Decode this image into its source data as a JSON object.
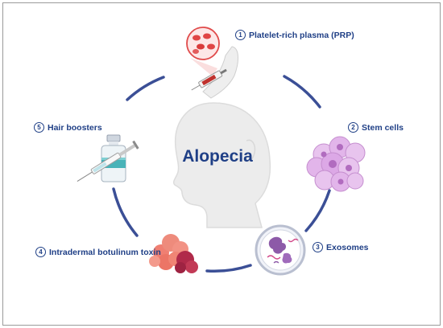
{
  "center": {
    "title": "Alopecia"
  },
  "treatments": [
    {
      "number": "1",
      "label": "Platelet-rich plasma (PRP)",
      "icon": "prp-blood-cells-syringe-icon"
    },
    {
      "number": "2",
      "label": "Stem cells",
      "icon": "stem-cells-cluster-icon"
    },
    {
      "number": "3",
      "label": "Exosomes",
      "icon": "exosomes-dish-icon"
    },
    {
      "number": "4",
      "label": "Intradermal botulinum toxin",
      "icon": "botulinum-toxin-protein-icon"
    },
    {
      "number": "5",
      "label": "Hair boosters",
      "icon": "vial-syringe-icon"
    }
  ],
  "colors": {
    "accent": "#1f3f86",
    "arc": "#3b4f96",
    "head": "#e4e4e4"
  }
}
